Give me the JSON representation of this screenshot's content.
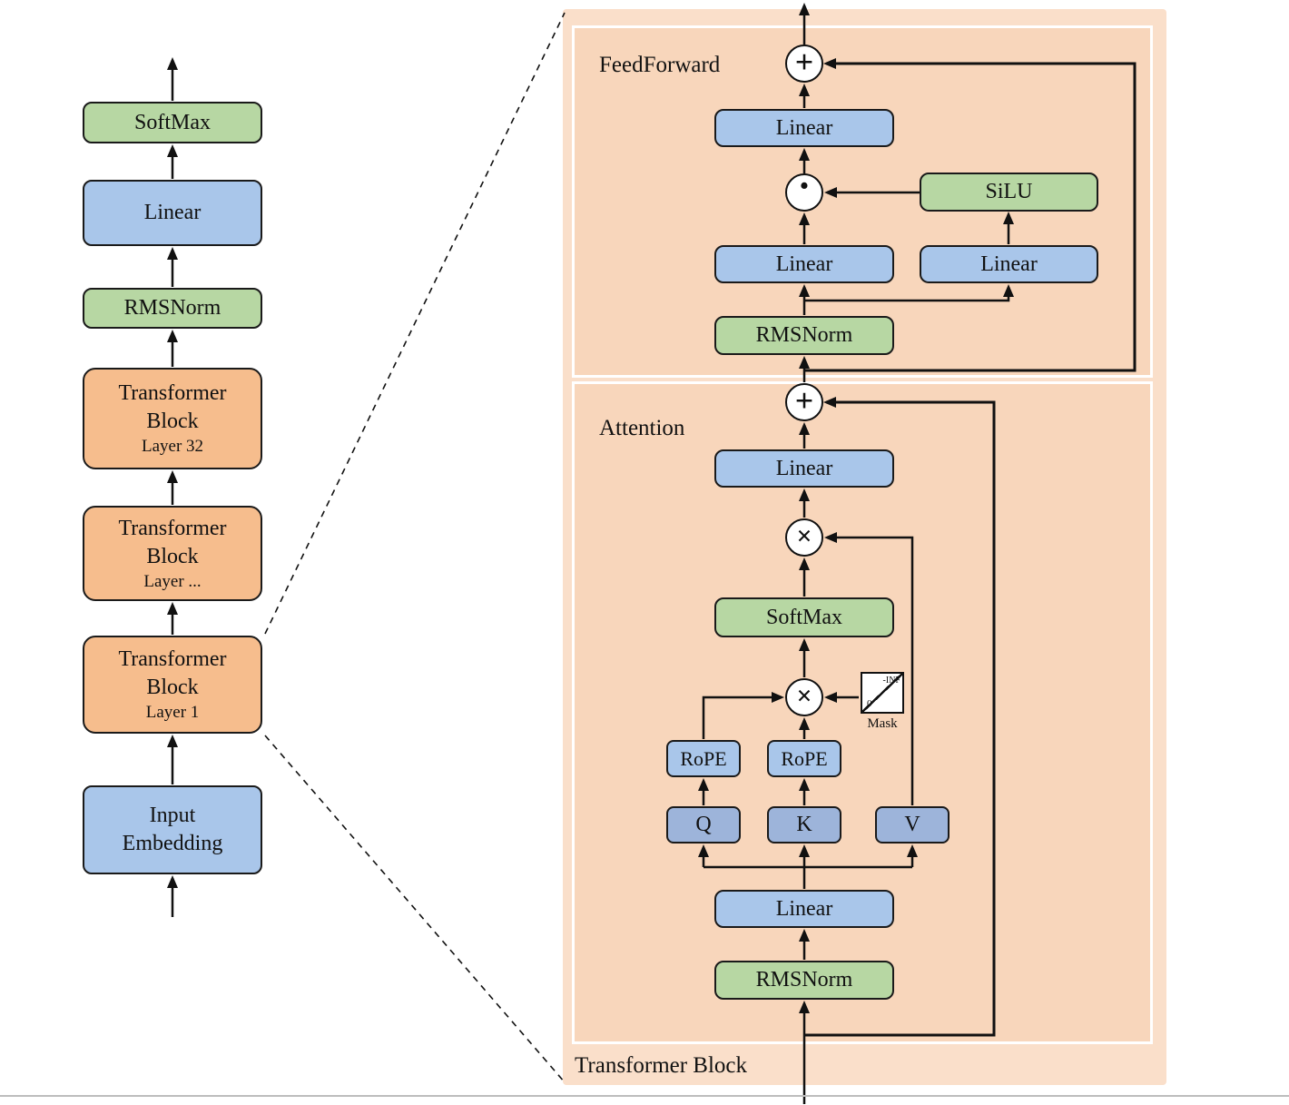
{
  "colors": {
    "green": "#b7d7a3",
    "blue": "#a9c6ea",
    "orange_block": "#f6bd8d",
    "panel_outer": "#fadfca",
    "panel_inner": "#f8d6bb",
    "qkv_blue": "#9db4da",
    "line": "#111111"
  },
  "left_stack": {
    "softmax": "SoftMax",
    "linear": "Linear",
    "rmsnorm": "RMSNorm",
    "block_32": {
      "l1": "Transformer",
      "l2": "Block",
      "l3": "Layer 32"
    },
    "block_dots": {
      "l1": "Transformer",
      "l2": "Block",
      "l3": "Layer ..."
    },
    "block_1": {
      "l1": "Transformer",
      "l2": "Block",
      "l3": "Layer 1"
    },
    "input_embedding": {
      "l1": "Input",
      "l2": "Embedding"
    }
  },
  "detail": {
    "panel_label": "Transformer Block",
    "feedforward": {
      "label": "FeedForward",
      "add_symbol": "+",
      "linear_top": "Linear",
      "mult_symbol": "·",
      "silu": "SiLU",
      "linear_left": "Linear",
      "linear_right": "Linear",
      "rmsnorm": "RMSNorm"
    },
    "attention": {
      "label": "Attention",
      "add_symbol": "+",
      "linear_out": "Linear",
      "matmul_av_symbol": "×",
      "softmax": "SoftMax",
      "matmul_qk_symbol": "×",
      "mask": {
        "inf": "-INF",
        "zero": "0",
        "label": "Mask"
      },
      "rope_q": "RoPE",
      "rope_k": "RoPE",
      "q": "Q",
      "k": "K",
      "v": "V",
      "linear_in": "Linear",
      "rmsnorm": "RMSNorm"
    }
  }
}
